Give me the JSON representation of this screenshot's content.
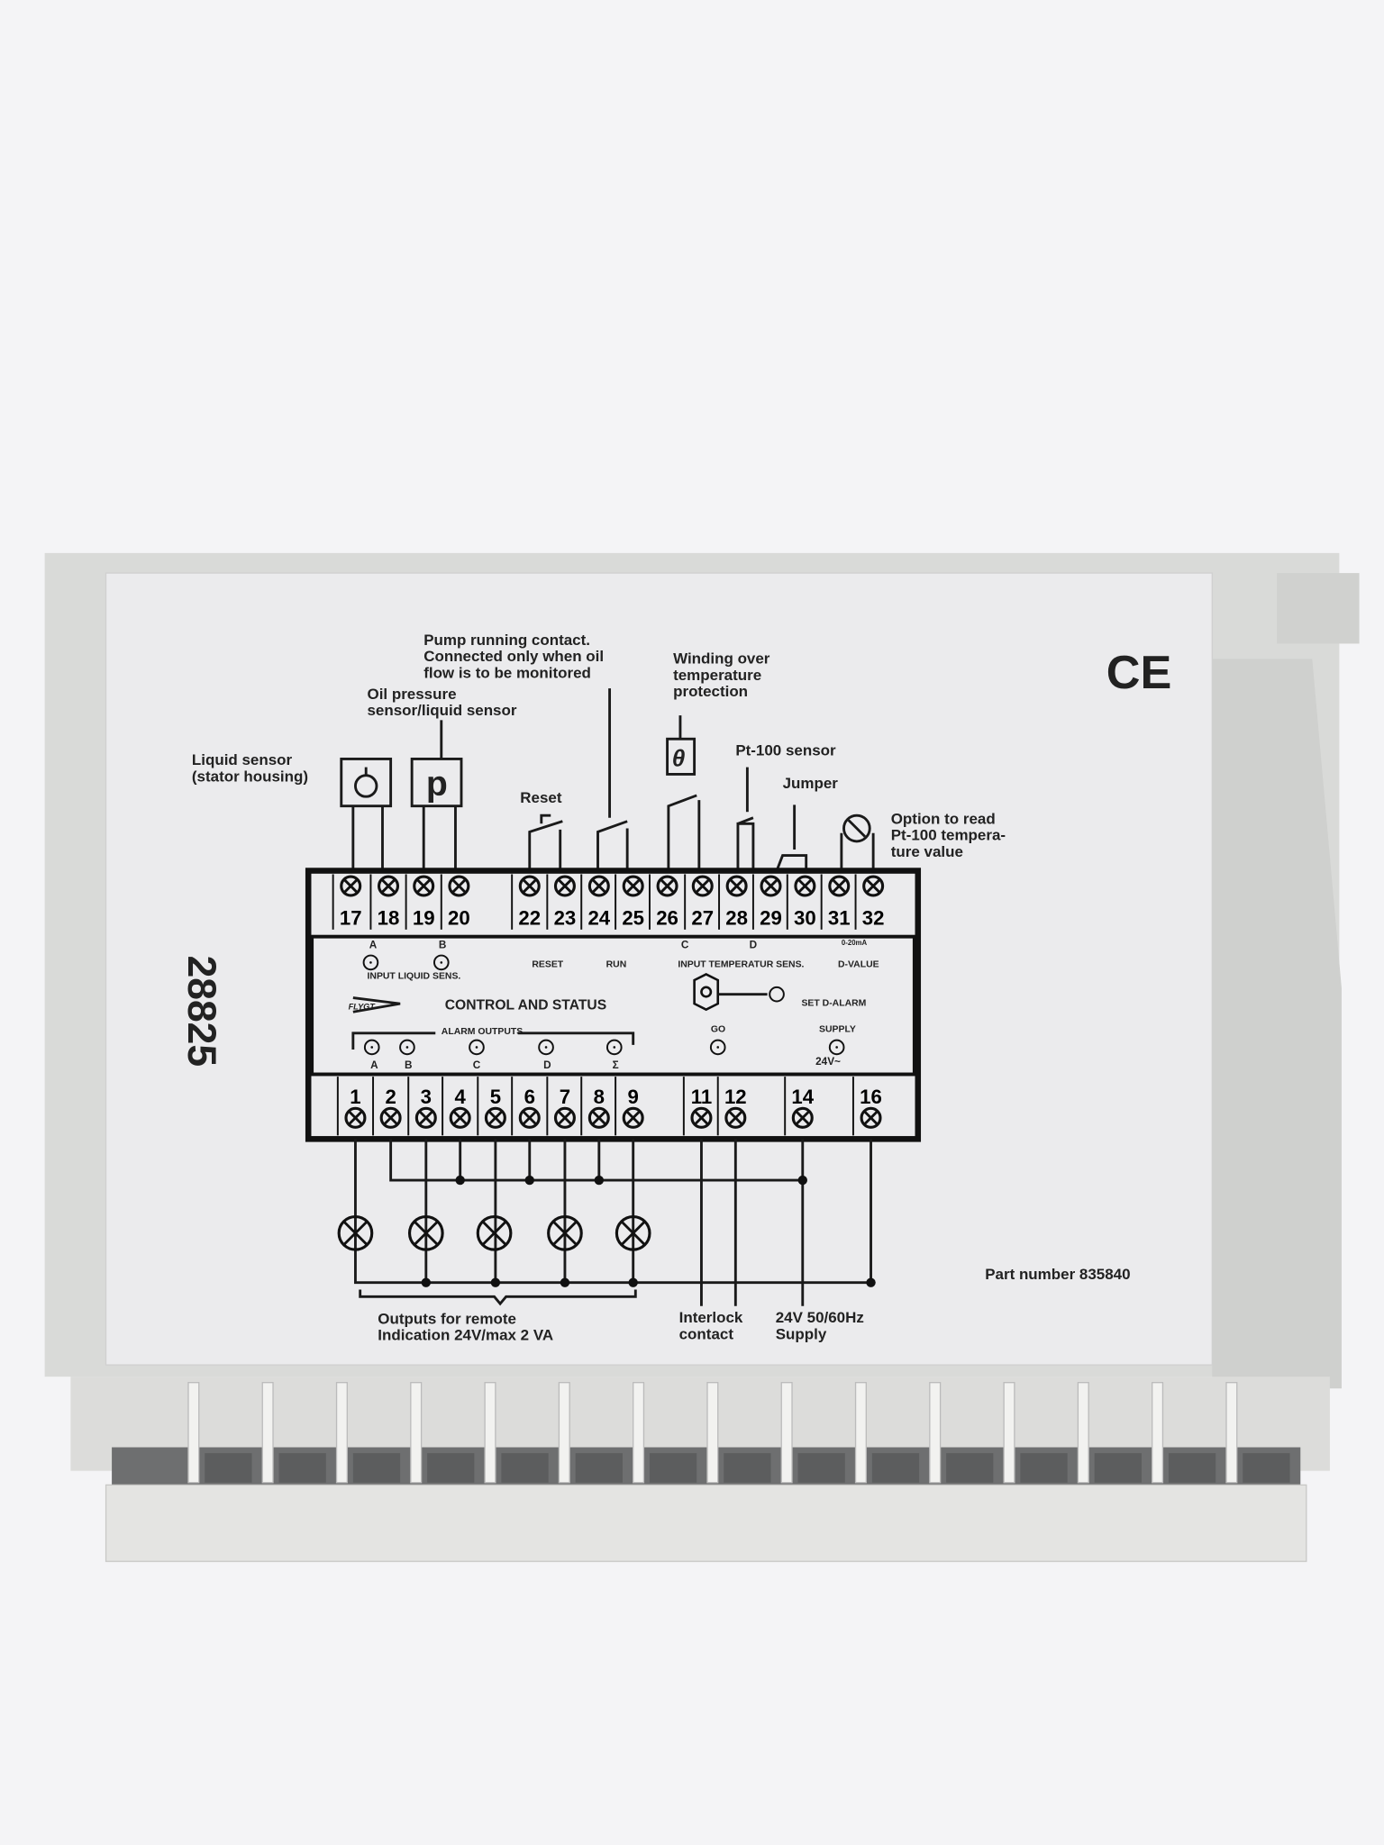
{
  "label": {
    "ce_mark": "CE",
    "model_number": "28825",
    "part_number": "Part number 835840",
    "callouts": {
      "liquid_sensor": [
        "Liquid sensor",
        "(stator housing)"
      ],
      "oil_pressure": [
        "Oil pressure",
        "sensor/liquid sensor"
      ],
      "pump_running": [
        "Pump running contact.",
        "Connected only when oil",
        "flow is to be monitored"
      ],
      "winding": [
        "Winding over",
        "temperature",
        "protection"
      ],
      "pt100": "Pt-100 sensor",
      "jumper": "Jumper",
      "reset": "Reset",
      "option": [
        "Option to read",
        "Pt-100 tempera-",
        "ture value"
      ],
      "outputs": [
        "Outputs for remote",
        "Indication 24V/max 2 VA"
      ],
      "interlock": [
        "Interlock",
        "contact"
      ],
      "supply": [
        "24V 50/60Hz",
        "Supply"
      ]
    },
    "sensor_symbols": {
      "oil_pressure": "p",
      "winding": "θ"
    },
    "top_terminals": [
      "17",
      "18",
      "19",
      "20",
      "22",
      "23",
      "24",
      "25",
      "26",
      "27",
      "28",
      "29",
      "30",
      "31",
      "32"
    ],
    "bottom_terminals": [
      "1",
      "2",
      "3",
      "4",
      "5",
      "6",
      "7",
      "8",
      "9",
      "11",
      "12",
      "14",
      "16"
    ],
    "panel": {
      "brand": "FLYGT",
      "title": "CONTROL AND STATUS",
      "input_liquid_sens": "INPUT LIQUID SENS.",
      "reset": "RESET",
      "run": "RUN",
      "input_temp_sens": "INPUT TEMPERATUR SENS.",
      "d_value": "D-VALUE",
      "ma_range": "0-20mA",
      "set_d_alarm": "SET D-ALARM",
      "alarm_outputs": "ALARM OUTPUTS",
      "go": "GO",
      "supply": "SUPPLY",
      "voltage": "24V~",
      "channel_letters": [
        "A",
        "B",
        "C",
        "D",
        "Σ"
      ],
      "input_letters": [
        "A",
        "B",
        "C",
        "D"
      ]
    }
  }
}
